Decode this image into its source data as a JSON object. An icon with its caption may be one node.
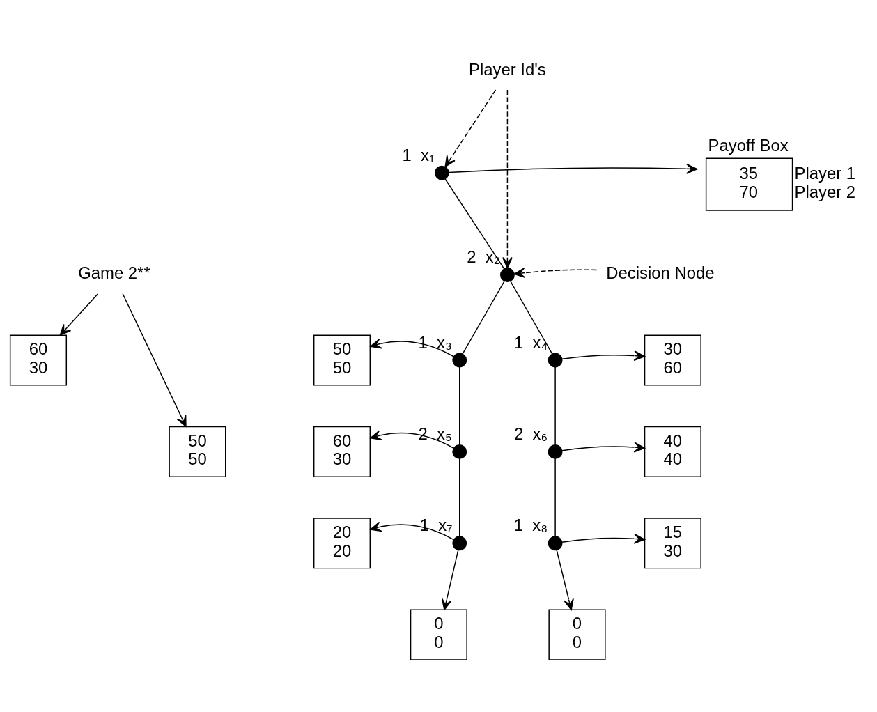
{
  "diagram": {
    "nodes": [
      {
        "text": [
          "Payoff Box",
          "35",
          "70"
        ],
        "beside": [
          "Player 1",
          "Player 2"
        ]
      },
      {
        "text": [],
        "shape": "circle",
        "beside": [
          "1",
          "x₁"
        ]
      },
      {
        "text": [
          "Player Id's"
        ]
      },
      {
        "text": [],
        "shape": "circle",
        "beside": [
          "2",
          "x₂"
        ]
      },
      {
        "text": [
          "Decision Node"
        ]
      },
      {
        "text": [
          "60",
          "30"
        ]
      },
      {
        "text": [
          "50",
          "50"
        ]
      },
      {
        "text": [],
        "shape": "circle",
        "beside": [
          "1",
          "x₃"
        ]
      },
      {
        "text": [],
        "shape": "circle",
        "beside": [
          "1",
          "x₄"
        ]
      },
      {
        "text": [
          "30",
          "60"
        ]
      },
      {
        "text": [
          "Game 2**"
        ]
      },
      {
        "text": [
          "50",
          "50"
        ]
      },
      {
        "text": [
          "60",
          "30"
        ]
      },
      {
        "text": [],
        "shape": "circle",
        "beside": [
          "2",
          "x₅"
        ]
      },
      {
        "text": [],
        "shape": "circle",
        "beside": [
          "2",
          "x₆"
        ]
      },
      {
        "text": [
          "40",
          "40"
        ]
      },
      {
        "text": [
          "20",
          "20"
        ]
      },
      {
        "text": [],
        "shape": "circle",
        "beside": [
          "1",
          "x₇"
        ]
      },
      {
        "text": [],
        "shape": "circle",
        "beside": [
          "1",
          "x₈"
        ]
      },
      {
        "text": [
          "15",
          "30"
        ]
      },
      {
        "text": [
          "0",
          "0"
        ]
      },
      {
        "text": [
          "0",
          "0"
        ]
      }
    ],
    "edges": [
      {
        "from": 1,
        "to": 0,
        "arrow": "to"
      },
      {
        "from": 1,
        "to": 3,
        "arrow": "none"
      },
      {
        "from": 2,
        "to": 1,
        "arrow": "to",
        "style": "dashed"
      },
      {
        "from": 2,
        "to": 3,
        "arrow": "to",
        "style": "dashed"
      },
      {
        "from": 4,
        "to": 3,
        "arrow": "to",
        "style": "dashed"
      },
      {
        "from": 3,
        "to": 7,
        "arrow": "none"
      },
      {
        "from": 3,
        "to": 8,
        "arrow": "none"
      },
      {
        "from": 7,
        "to": 6,
        "arrow": "to"
      },
      {
        "from": 8,
        "to": 9,
        "arrow": "to"
      },
      {
        "from": 10,
        "to": 5,
        "arrow": "to"
      },
      {
        "from": 10,
        "to": 11,
        "arrow": "to"
      },
      {
        "from": 7,
        "to": 13,
        "arrow": "none"
      },
      {
        "from": 13,
        "to": 12,
        "arrow": "to"
      },
      {
        "from": 8,
        "to": 14,
        "arrow": "none"
      },
      {
        "from": 14,
        "to": 15,
        "arrow": "to"
      },
      {
        "from": 13,
        "to": 17,
        "arrow": "none"
      },
      {
        "from": 14,
        "to": 18,
        "arrow": "none"
      },
      {
        "from": 17,
        "to": 16,
        "arrow": "to"
      },
      {
        "from": 18,
        "to": 19,
        "arrow": "to"
      },
      {
        "from": 17,
        "to": 20,
        "arrow": "to"
      },
      {
        "from": 18,
        "to": 21,
        "arrow": "to"
      }
    ]
  }
}
